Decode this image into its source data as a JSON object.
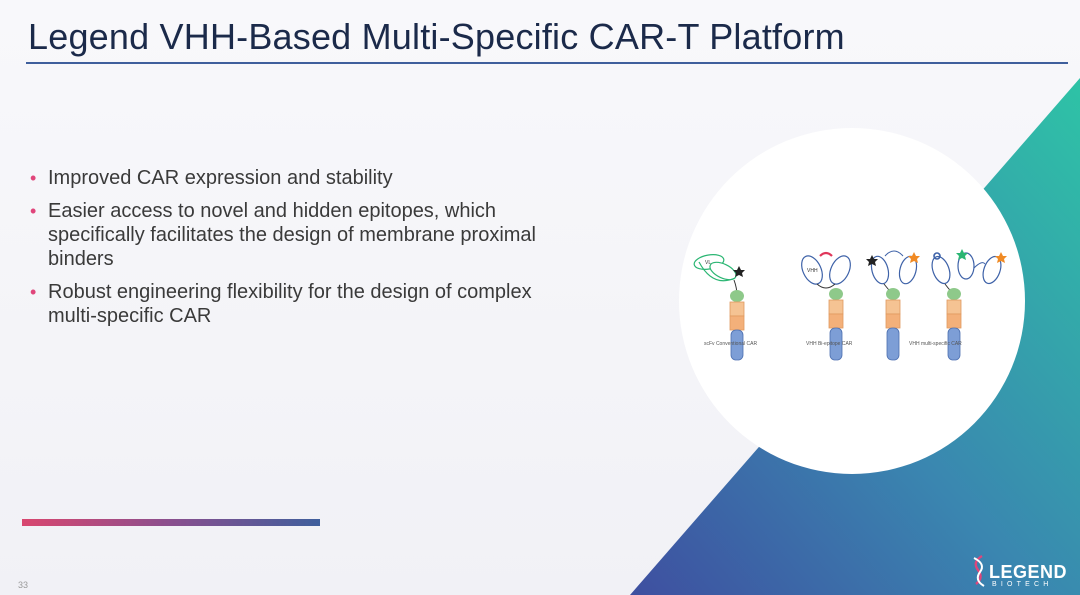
{
  "slide": {
    "title": "Legend VHH-Based Multi-Specific CAR-T Platform",
    "bullets": [
      "Improved CAR expression and stability",
      "Easier access to novel and hidden epitopes, which specifically facilitates the design of membrane proximal binders",
      "Robust engineering flexibility for the design of complex multi-specific CAR"
    ],
    "page_number": "33"
  },
  "diagram": {
    "captions": [
      "scFv Conventional CAR",
      "VHH Bi-epitope CAR",
      "VHH multi-specific CAR"
    ],
    "domain_label_scfv": "VL",
    "domain_label_vhh": "VHH"
  },
  "logo": {
    "word": "LEGEND",
    "sub": "BIOTECH"
  },
  "colors": {
    "title": "#1b2a4a",
    "rule": "#3f5f9c",
    "bullet_dot": "#e0457b",
    "teal": "#2fb9a8",
    "blue": "#3e62a8"
  }
}
